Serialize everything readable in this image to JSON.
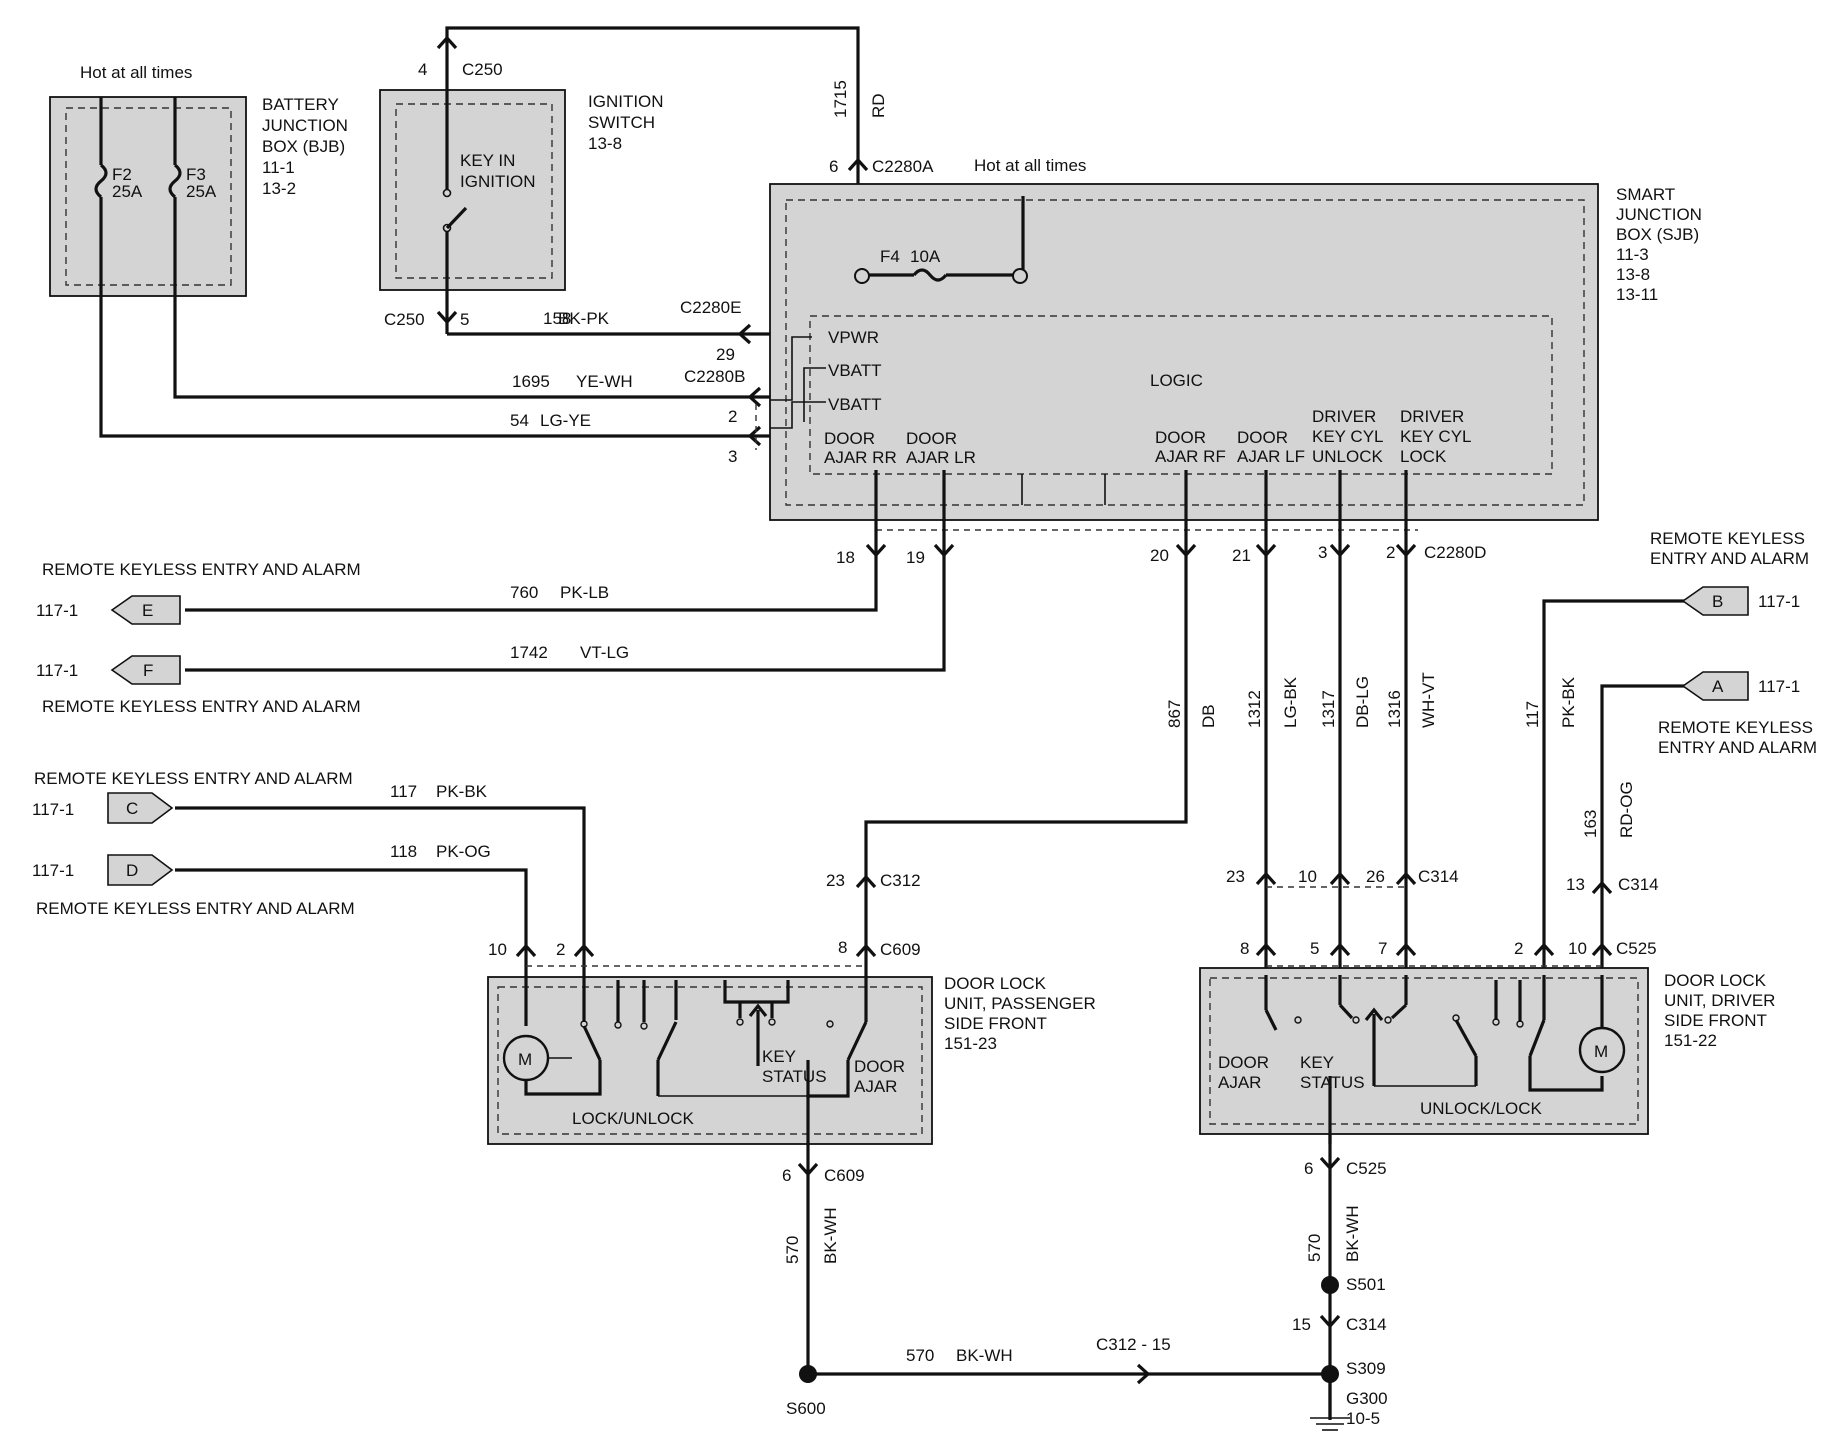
{
  "components": {
    "bjb": {
      "hot": "Hot at all times",
      "lines": [
        "BATTERY",
        "JUNCTION",
        "BOX (BJB)",
        "11-1",
        "13-2"
      ],
      "f2": "F2",
      "f2_amp": "25A",
      "f3": "F3",
      "f3_amp": "25A"
    },
    "ign": {
      "lines": [
        "IGNITION",
        "SWITCH",
        "13-8"
      ],
      "key_lines": [
        "KEY IN",
        "IGNITION"
      ],
      "c250_top": "C250",
      "pin_top": "4",
      "c250_bot": "C250",
      "pin_bot": "5"
    },
    "sjb": {
      "lines": [
        "SMART",
        "JUNCTION",
        "BOX (SJB)",
        "11-3",
        "13-8",
        "13-11"
      ],
      "hot": "Hot at all times",
      "fuse": "F4",
      "fuse_amp": "10A",
      "logic": "LOGIC",
      "inputs": {
        "vpwr": "VPWR",
        "vbatt1": "VBATT",
        "vbatt2": "VBATT"
      },
      "labels": {
        "ajar_rr": [
          "DOOR",
          "AJAR RR"
        ],
        "ajar_lr": [
          "DOOR",
          "AJAR LR"
        ],
        "ajar_rf": [
          "DOOR",
          "AJAR RF"
        ],
        "ajar_lf": [
          "DOOR",
          "AJAR LF"
        ],
        "unlock": [
          "DRIVER",
          "KEY CYL",
          "UNLOCK"
        ],
        "lock": [
          "DRIVER",
          "KEY CYL",
          "LOCK"
        ]
      }
    },
    "dl_pass": {
      "lines": [
        "DOOR LOCK",
        "UNIT, PASSENGER",
        "SIDE FRONT",
        "151-23"
      ],
      "motor": "M",
      "lockunlock": "LOCK/UNLOCK",
      "key": [
        "KEY",
        "STATUS"
      ],
      "ajar": [
        "DOOR",
        "AJAR"
      ]
    },
    "dl_drv": {
      "lines": [
        "DOOR LOCK",
        "UNIT, DRIVER",
        "SIDE FRONT",
        "151-22"
      ],
      "motor": "M",
      "unlocklock": "UNLOCK/LOCK",
      "key": [
        "KEY",
        "STATUS"
      ],
      "ajar": [
        "DOOR",
        "AJAR"
      ]
    }
  },
  "connectors": {
    "c2280a": {
      "pin": "6",
      "name": "C2280A"
    },
    "c2280e": {
      "pin": "29",
      "name": "C2280E"
    },
    "c2280b": {
      "name": "C2280B",
      "pin2": "2",
      "pin3": "3"
    },
    "c2280d": {
      "name": "C2280D",
      "pins": [
        "18",
        "19",
        "20",
        "21",
        "3",
        "2"
      ]
    },
    "c312": {
      "pin": "23",
      "name": "C312"
    },
    "c314a": {
      "pins": [
        "23",
        "10",
        "26"
      ],
      "name": "C314"
    },
    "c314b": {
      "pin": "13",
      "name": "C314"
    },
    "c609a": {
      "pins": [
        "10",
        "2",
        "8"
      ],
      "name": "C609"
    },
    "c525a": {
      "pins": [
        "8",
        "5",
        "7",
        "2",
        "10"
      ],
      "name": "C525"
    },
    "c609b": {
      "pin": "6",
      "name": "C609"
    },
    "c525b": {
      "pin": "6",
      "name": "C525"
    },
    "c314c": {
      "pin": "15",
      "name": "C314"
    },
    "c312_15": "C312  -  15"
  },
  "wires": {
    "w1715": {
      "circuit": "1715",
      "color": "RD"
    },
    "w158": {
      "circuit": "158",
      "color": "BK-PK"
    },
    "w1695": {
      "circuit": "1695",
      "color": "YE-WH"
    },
    "w54": {
      "circuit": "54",
      "color": "LG-YE"
    },
    "w760": {
      "circuit": "760",
      "color": "PK-LB"
    },
    "w1742": {
      "circuit": "1742",
      "color": "VT-LG"
    },
    "w117a": {
      "circuit": "117",
      "color": "PK-BK"
    },
    "w118": {
      "circuit": "118",
      "color": "PK-OG"
    },
    "w867": {
      "circuit": "867",
      "color": "DB"
    },
    "w1312": {
      "circuit": "1312",
      "color": "LG-BK"
    },
    "w1317": {
      "circuit": "1317",
      "color": "DB-LG"
    },
    "w1316": {
      "circuit": "1316",
      "color": "WH-VT"
    },
    "w117b": {
      "circuit": "117",
      "color": "PK-BK"
    },
    "w163": {
      "circuit": "163",
      "color": "RD-OG"
    },
    "w570a": {
      "circuit": "570",
      "color": "BK-WH"
    },
    "w570b": {
      "circuit": "570",
      "color": "BK-WH"
    },
    "w570c": {
      "circuit": "570",
      "color": "BK-WH"
    }
  },
  "offpage": {
    "e": {
      "letter": "E",
      "ref": "117-1",
      "text": "REMOTE KEYLESS ENTRY AND ALARM"
    },
    "f": {
      "letter": "F",
      "ref": "117-1",
      "text": "REMOTE KEYLESS ENTRY AND ALARM"
    },
    "c": {
      "letter": "C",
      "ref": "117-1",
      "text": "REMOTE KEYLESS ENTRY AND ALARM"
    },
    "d": {
      "letter": "D",
      "ref": "117-1",
      "text": "REMOTE KEYLESS ENTRY AND ALARM"
    },
    "b": {
      "letter": "B",
      "ref": "117-1",
      "lines": [
        "REMOTE KEYLESS",
        "ENTRY AND ALARM"
      ]
    },
    "a": {
      "letter": "A",
      "ref": "117-1",
      "lines": [
        "REMOTE KEYLESS",
        "ENTRY AND ALARM"
      ]
    }
  },
  "splices": {
    "s600": "S600",
    "s501": "S501",
    "s309": "S309"
  },
  "ground": {
    "name": "G300",
    "ref": "10-5"
  }
}
